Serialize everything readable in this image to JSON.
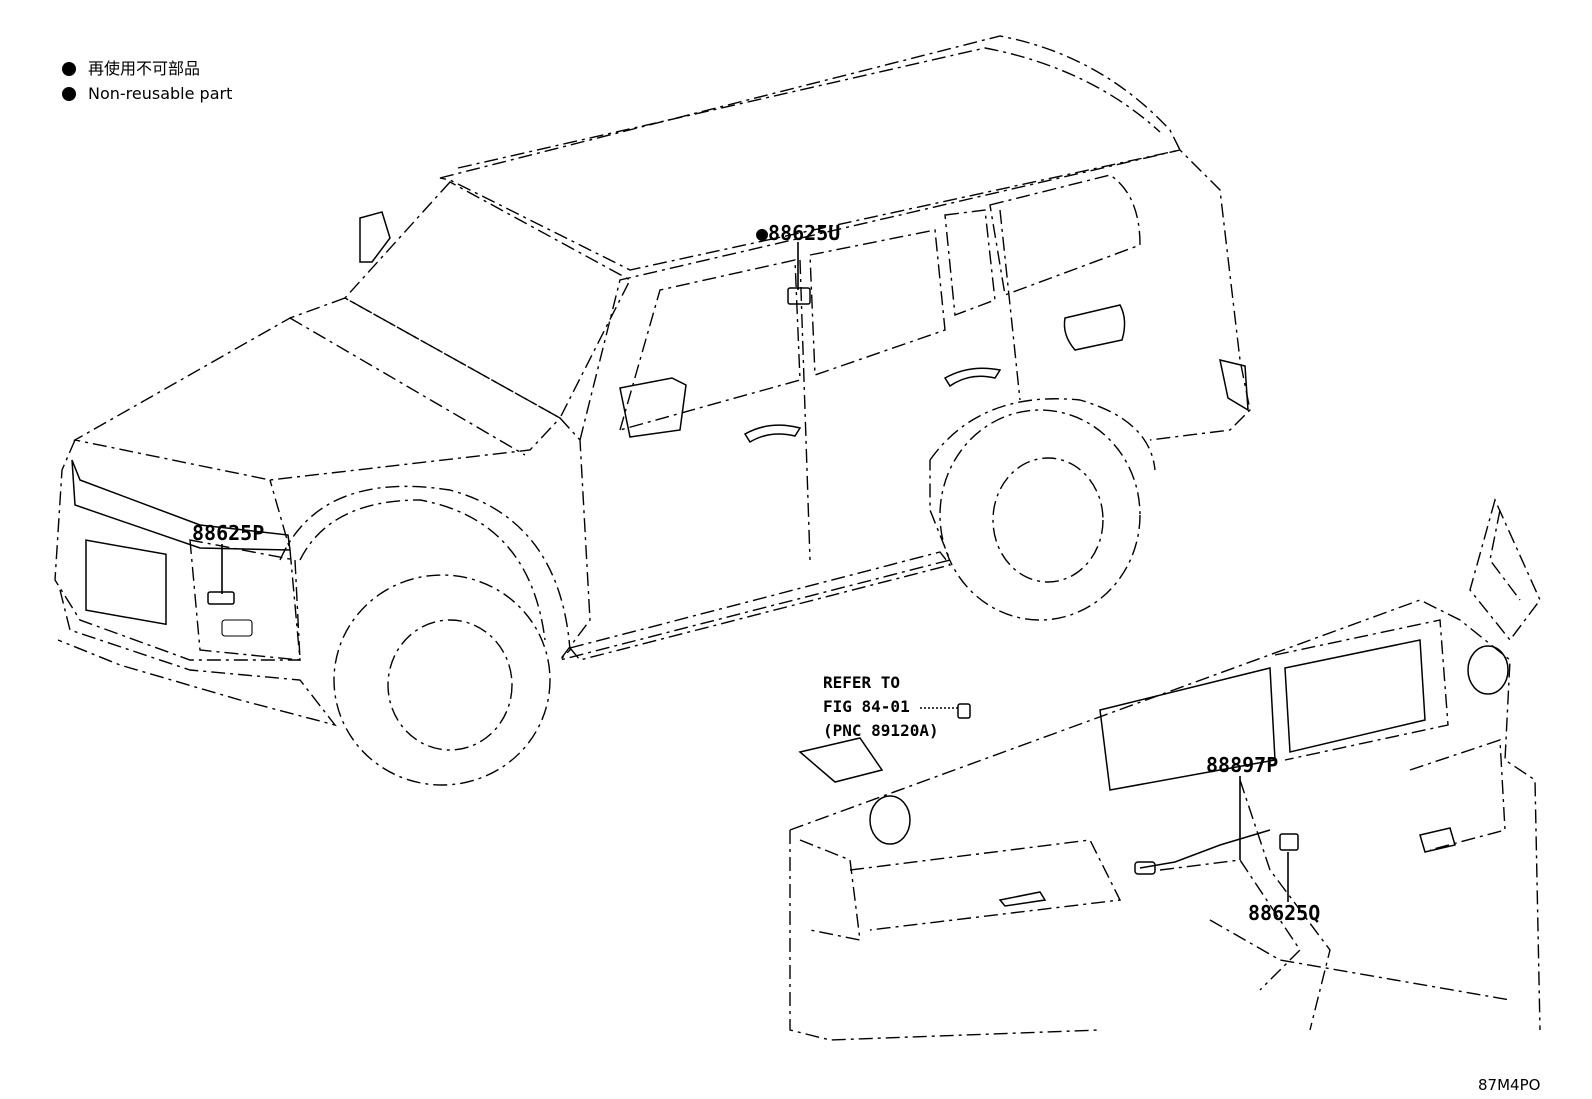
{
  "legend": {
    "items": [
      {
        "text": "再使用不可部品"
      },
      {
        "text": "Non-reusable part"
      }
    ]
  },
  "callouts": {
    "p88625U": "●88625U",
    "p88625P": "88625P",
    "p88897P": "88897P",
    "p88625Q": "88625Q"
  },
  "reference": {
    "line1": "REFER TO",
    "line2": "FIG 84-01",
    "line3": "(PNC 89120A)"
  },
  "figure_id": "87M4PO"
}
